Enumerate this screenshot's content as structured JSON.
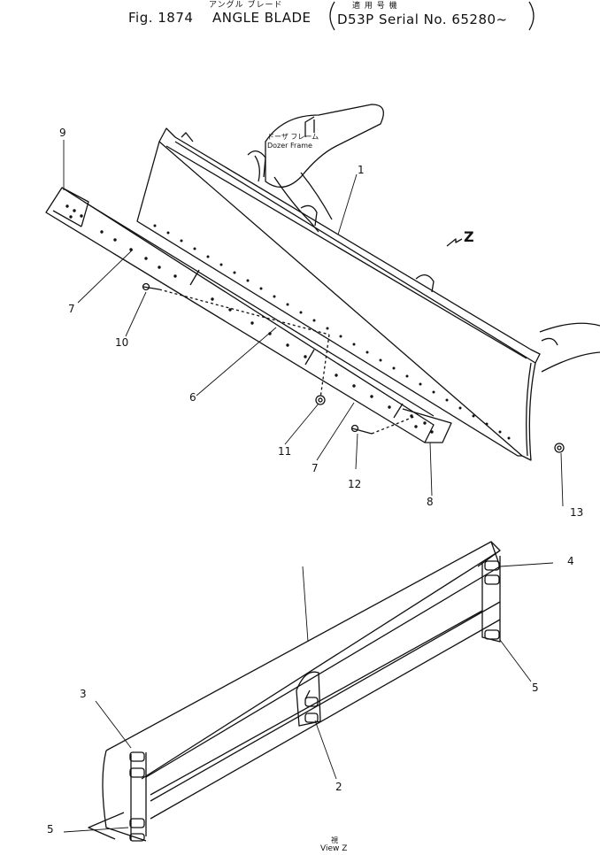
{
  "header": {
    "jp_title": "アングル ブレード",
    "jp_applicable": "適 用 号 機",
    "fig": "Fig. 1874",
    "title": "ANGLE BLADE",
    "serial": "D53P Serial No. 65280~"
  },
  "annotations": {
    "dozer_frame_jp": "ドーザ フレーム",
    "dozer_frame": "Dozer Frame",
    "view_arrow": "Z",
    "view_jp": "視",
    "view_label": "View Z"
  },
  "callouts": [
    "1",
    "2",
    "3",
    "4",
    "5",
    "5",
    "6",
    "7",
    "7",
    "8",
    "9",
    "10",
    "11",
    "12",
    "13"
  ]
}
